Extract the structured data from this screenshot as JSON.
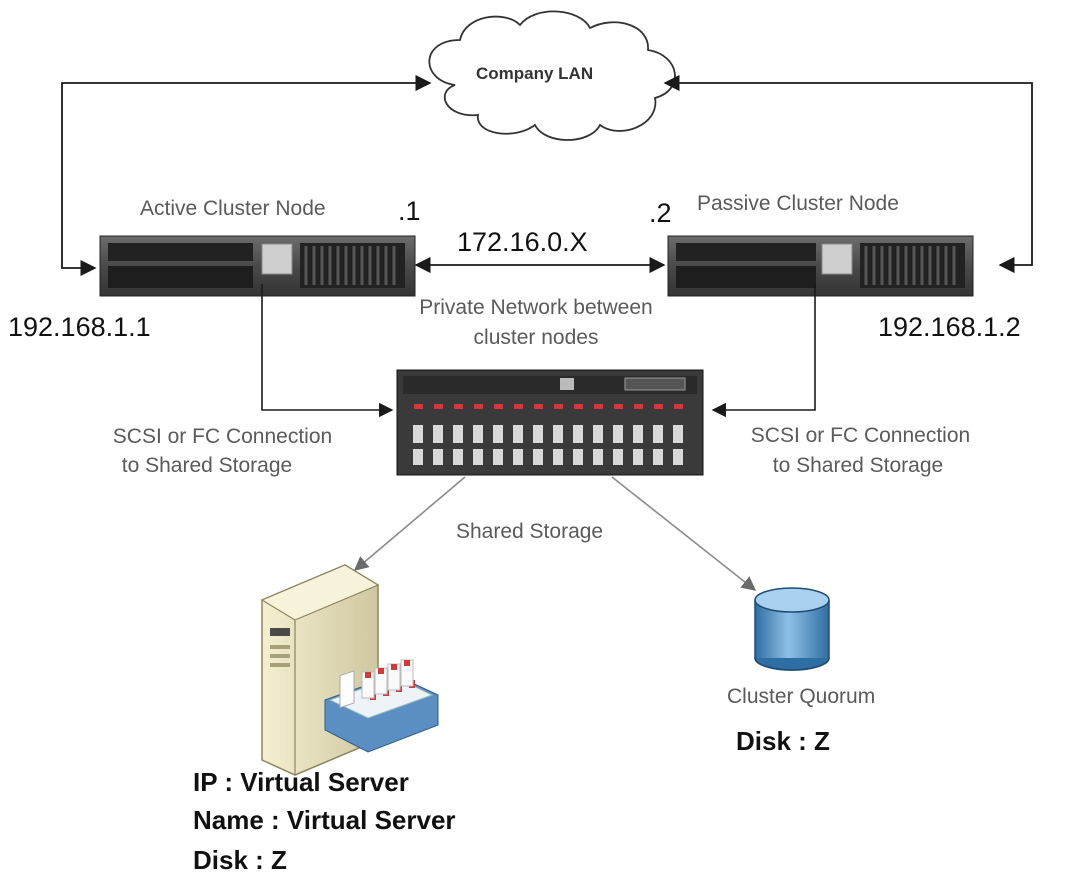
{
  "cloud": {
    "label": "Company LAN"
  },
  "active_node": {
    "label": "Active Cluster Node",
    "suffix": ".1",
    "ip": "192.168.1.1"
  },
  "passive_node": {
    "label": "Passive Cluster Node",
    "suffix": ".2",
    "ip": "192.168.1.2"
  },
  "private_net": {
    "subnet": "172.16.0.X",
    "line1": "Private Network between",
    "line2": "cluster nodes"
  },
  "left_conn": {
    "line1": "SCSI or FC Connection",
    "line2": "to Shared Storage"
  },
  "right_conn": {
    "line1": "SCSI or FC Connection",
    "line2": "to Shared Storage"
  },
  "storage": {
    "label": "Shared Storage"
  },
  "virtual_server": {
    "ip": "IP : Virtual Server",
    "name": "Name : Virtual Server",
    "disk": "Disk : Z"
  },
  "quorum": {
    "label": "Cluster Quorum",
    "disk": "Disk : Z"
  },
  "colors": {
    "line": "#1a1a1a",
    "storage_line": "#8a8a8a",
    "disk_blue": "#4a86b8",
    "server_beige": "#e8e2b8",
    "led_red": "#d23a3a"
  }
}
